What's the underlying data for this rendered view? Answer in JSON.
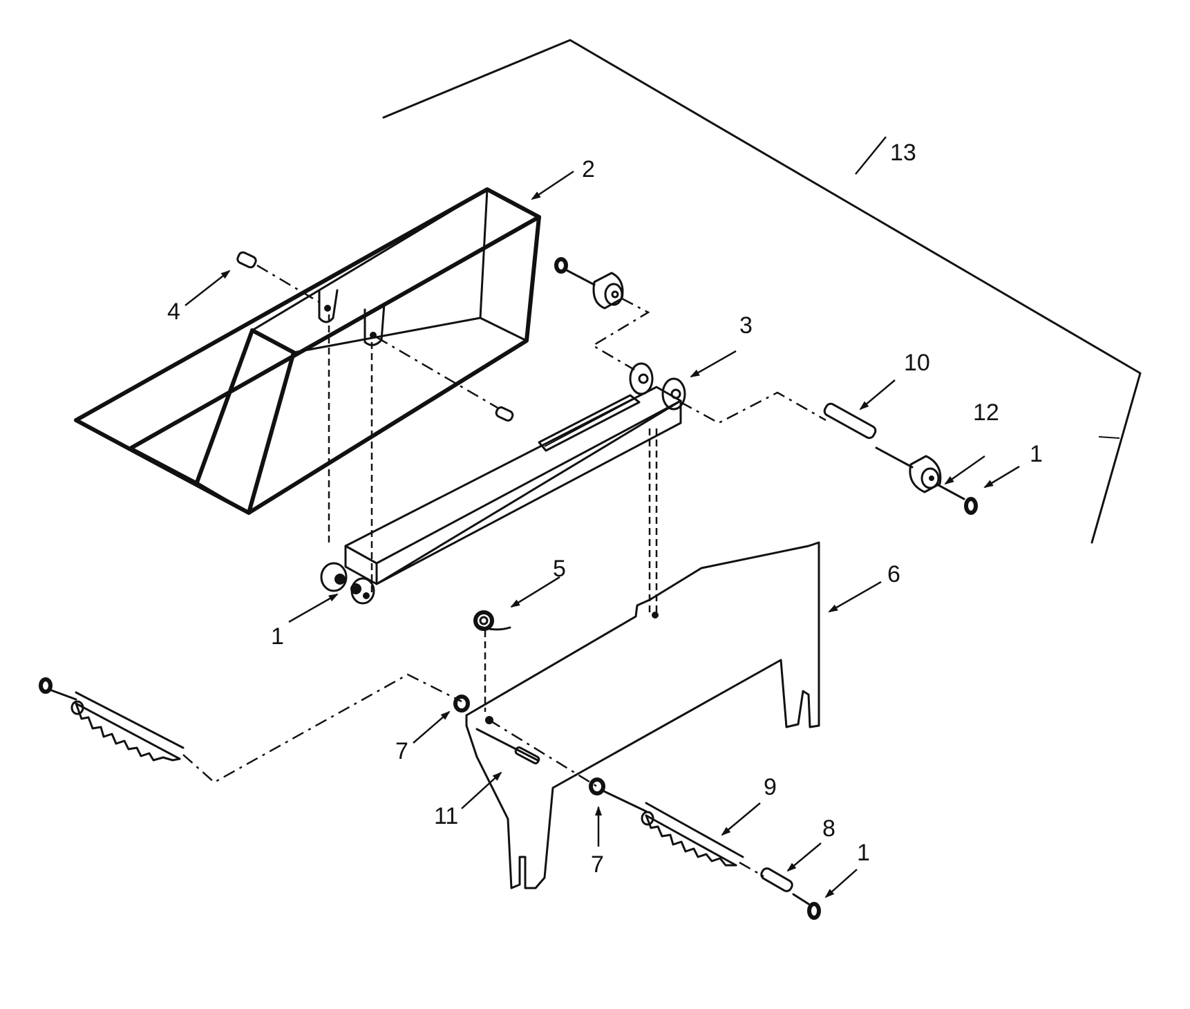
{
  "diagram": {
    "callouts": [
      {
        "id": "c13",
        "text": "13"
      },
      {
        "id": "c2",
        "text": "2"
      },
      {
        "id": "c4",
        "text": "4"
      },
      {
        "id": "c3",
        "text": "3"
      },
      {
        "id": "c10",
        "text": "10"
      },
      {
        "id": "c12",
        "text": "12"
      },
      {
        "id": "c1a",
        "text": "1"
      },
      {
        "id": "c5",
        "text": "5"
      },
      {
        "id": "c6",
        "text": "6"
      },
      {
        "id": "c1b",
        "text": "1"
      },
      {
        "id": "c7a",
        "text": "7"
      },
      {
        "id": "c11",
        "text": "11"
      },
      {
        "id": "c7b",
        "text": "7"
      },
      {
        "id": "c9",
        "text": "9"
      },
      {
        "id": "c8",
        "text": "8"
      },
      {
        "id": "c1c",
        "text": "1"
      }
    ]
  }
}
